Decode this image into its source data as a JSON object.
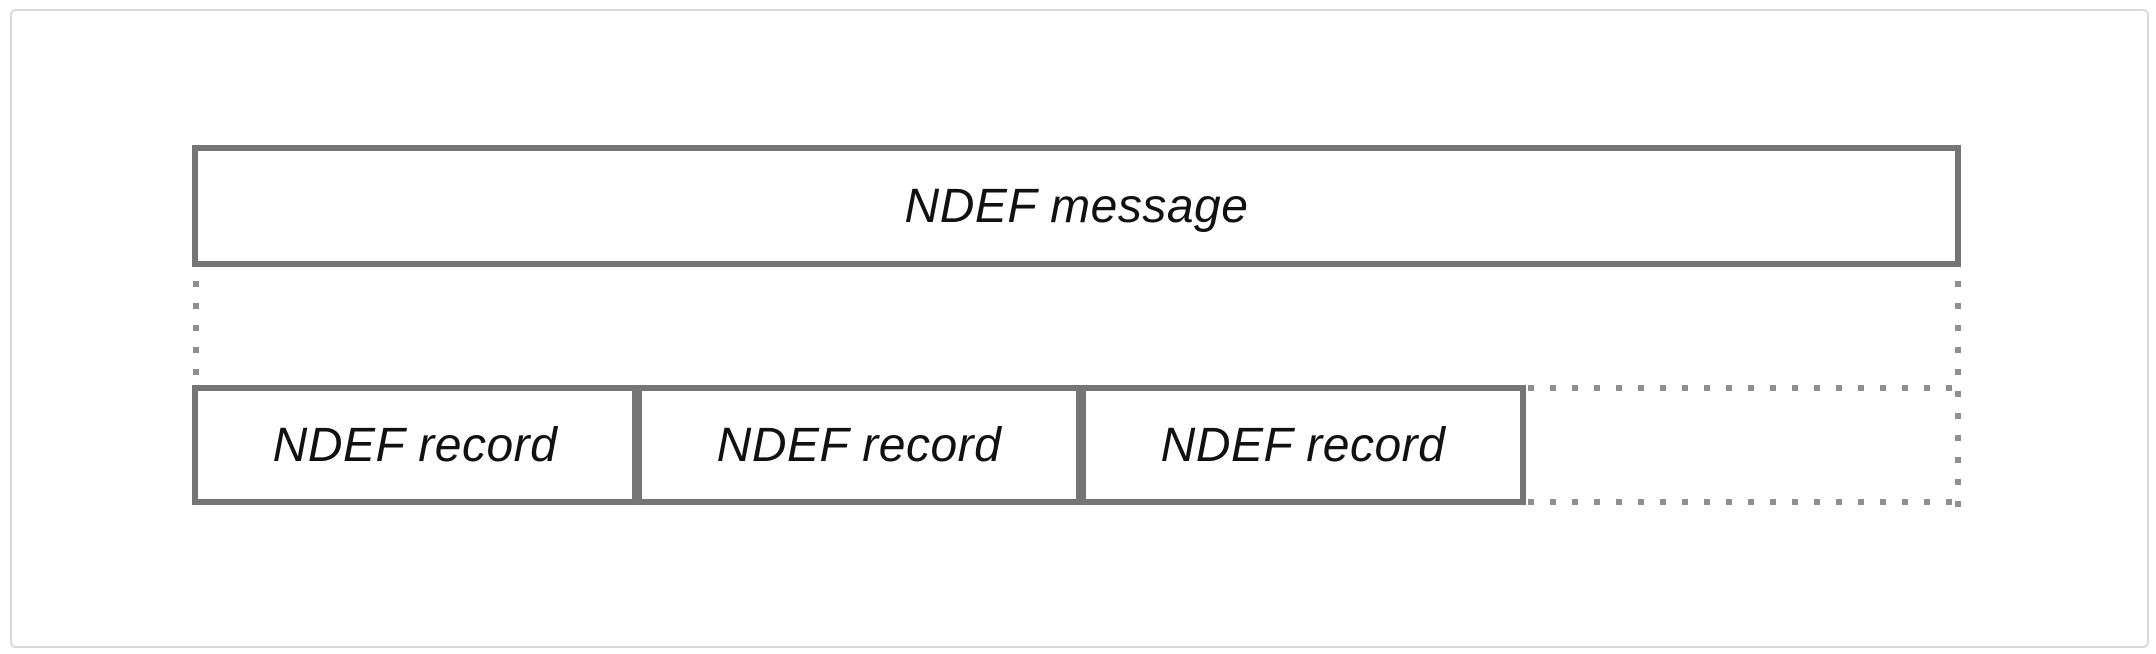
{
  "diagram": {
    "message_box": {
      "label": "NDEF message"
    },
    "record_boxes": [
      {
        "label": "NDEF record"
      },
      {
        "label": "NDEF record"
      },
      {
        "label": "NDEF record"
      }
    ],
    "colors": {
      "border": "#757575",
      "dots": "#8f8f8f",
      "text": "#111111",
      "frame": "#d9d9d9",
      "background": "#ffffff"
    }
  }
}
